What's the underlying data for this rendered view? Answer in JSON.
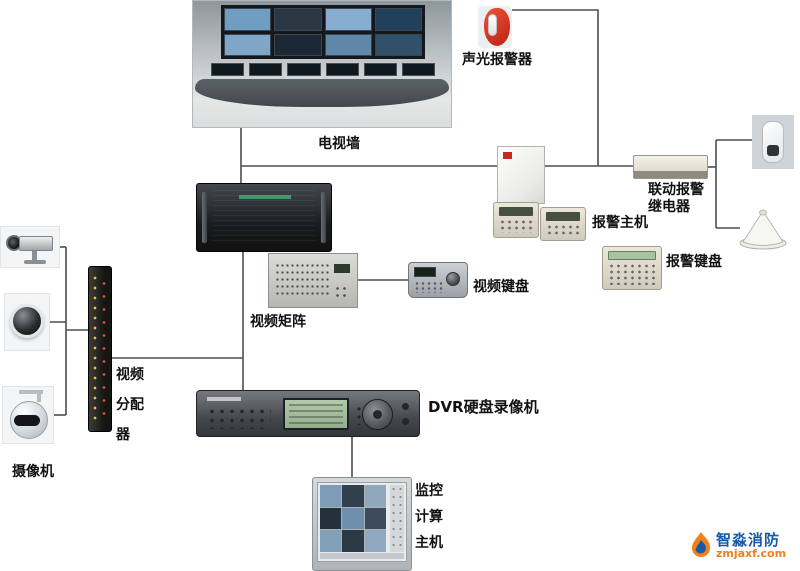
{
  "diagram": {
    "nodes": {
      "tv_wall": {
        "label": "电视墙"
      },
      "sound_light_alarm": {
        "label": "声光报警器"
      },
      "linkage_relay": {
        "label_lines": [
          "联动报警",
          "继电器"
        ]
      },
      "alarm_host": {
        "label": "报警主机"
      },
      "alarm_keypad": {
        "label": "报警键盘"
      },
      "video_matrix": {
        "label": "视频矩阵"
      },
      "video_keyboard": {
        "label": "视频键盘"
      },
      "video_distributor": {
        "label_lines": [
          "视频",
          "分配",
          "器"
        ]
      },
      "camera": {
        "label": "摄像机"
      },
      "dvr": {
        "label": "DVR硬盘录像机"
      },
      "monitor_host": {
        "label_lines": [
          "监控",
          "计算",
          "主机"
        ]
      }
    },
    "logo": {
      "brand": "智淼消防",
      "domain": "zmjaxf.com"
    },
    "colors": {
      "connector_line": "#4d4d4d",
      "alarm_red": "#d93a26",
      "logo_blue": "#1659a9",
      "logo_orange": "#f08018",
      "lcd_green": "#a7c49e"
    }
  }
}
